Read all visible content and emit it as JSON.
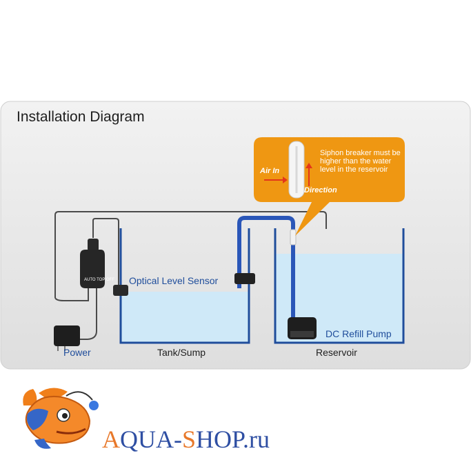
{
  "title": "Installation Diagram",
  "labels": {
    "sensor": "Optical Level Sensor",
    "power": "Power",
    "tank": "Tank/Sump",
    "reservoir": "Reservoir",
    "pump": "DC Refill Pump",
    "device": "AUTO TOP OFF"
  },
  "callout": {
    "note": "Siphon breaker must be higher than the water level in the reservoir",
    "air_in": "Air In",
    "direction": "Direction"
  },
  "brand": {
    "a": "A",
    "qua": "QUA-",
    "s": "S",
    "hop": "HOP",
    "tld": ".ru"
  },
  "colors": {
    "panel_bg": "#e6e6e6",
    "tank_wall": "#1f4d9b",
    "water": "#cfe9f8",
    "callout": "#ef9712",
    "brand_orange": "#e8782a",
    "brand_blue": "#2f4fa3"
  }
}
